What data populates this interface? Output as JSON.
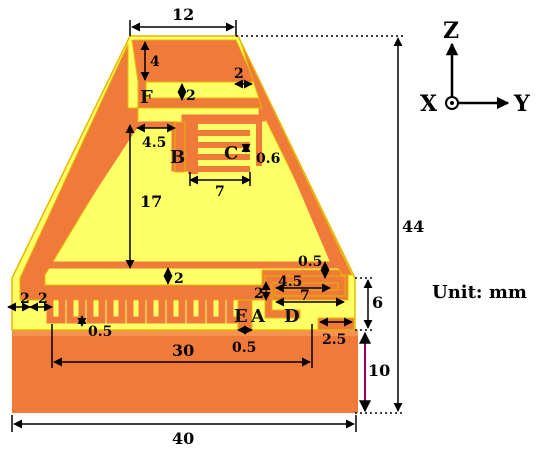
{
  "colors": {
    "substrate": "#FFFF66",
    "copper": "#F07A3A",
    "ground": "#F07A3A",
    "outline": "#E5B800",
    "dim_line": "#000000",
    "ground_line": "#990066"
  },
  "dimensions": {
    "top_width": "12",
    "top_strip": "4",
    "gap_f": "2",
    "gap_top_right": "2",
    "arm_b": "4.5",
    "slot_c": "0.6",
    "slot_c_len": "7",
    "arm_height": "17",
    "height_total": "44",
    "gap_bottom": "2",
    "gap_left_a": "2",
    "gap_left_b": "2",
    "meander_gap": "0.5",
    "d_gap": "0.5",
    "d_len1": "4.5",
    "d_gap2": "2",
    "d_len2": "7",
    "feed_height": "6",
    "meander_len": "30",
    "feed_width": "0.5",
    "feed_offset": "2.5",
    "ground_height": "10",
    "width_total": "40"
  },
  "labels": {
    "A": "A",
    "B": "B",
    "C": "C",
    "D": "D",
    "E": "E",
    "F": "F"
  },
  "axes": {
    "z": "Z",
    "x": "X",
    "y": "Y"
  },
  "unit_text": "Unit: mm"
}
